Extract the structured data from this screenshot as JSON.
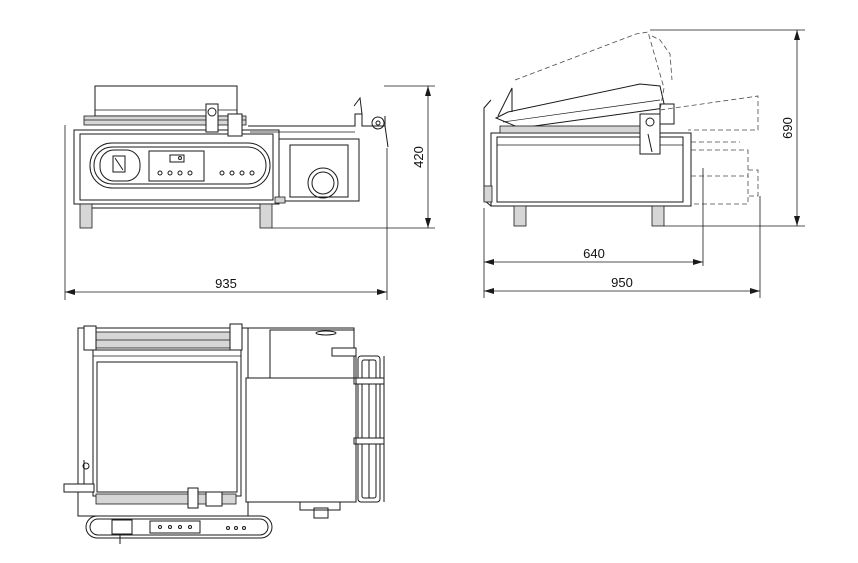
{
  "dimensions": {
    "front_width": "935",
    "front_height": "420",
    "side_depth_closed": "640",
    "side_depth_total": "950",
    "side_height_open": "690"
  }
}
